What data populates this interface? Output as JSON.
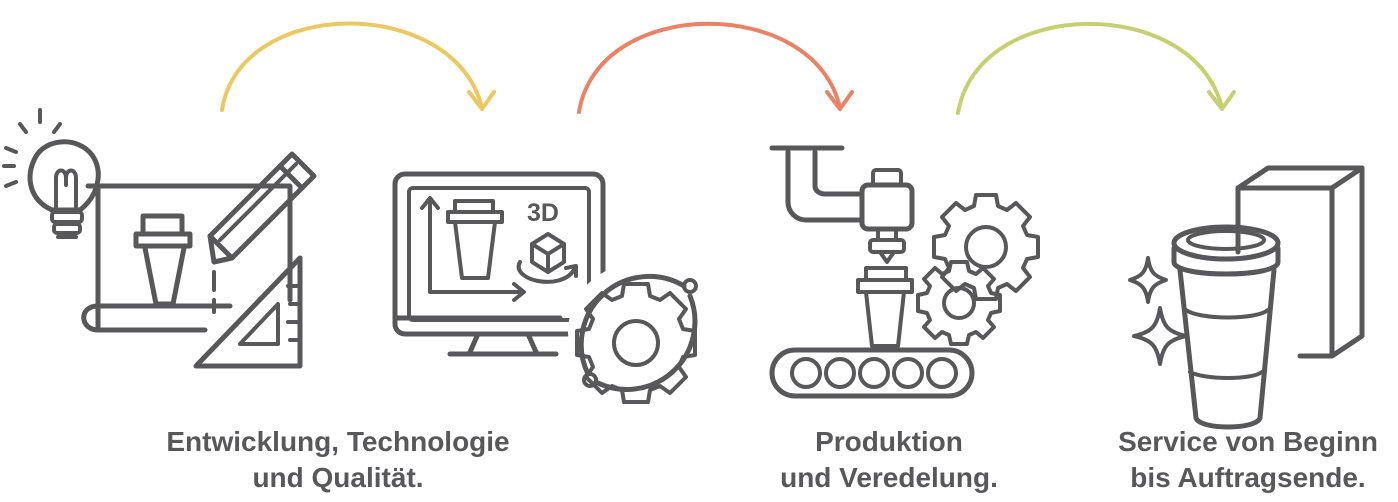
{
  "arrows": {
    "arrow1_color": "#ebc861",
    "arrow2_color": "#ea8266",
    "arrow3_color": "#c7cf73"
  },
  "icon_color": "#58585a",
  "monitor": {
    "badge": "3D"
  },
  "captions": {
    "step1": [
      "Entwicklung, Technologie",
      "und Qualität."
    ],
    "step3": [
      "Produktion",
      "und Veredelung."
    ],
    "step4": [
      "Service von Beginn",
      "bis Auftragsende."
    ]
  },
  "icons": [
    "blueprint-design-icon",
    "computer-3d-modeling-icon",
    "production-line-icon",
    "service-delivery-icon"
  ]
}
